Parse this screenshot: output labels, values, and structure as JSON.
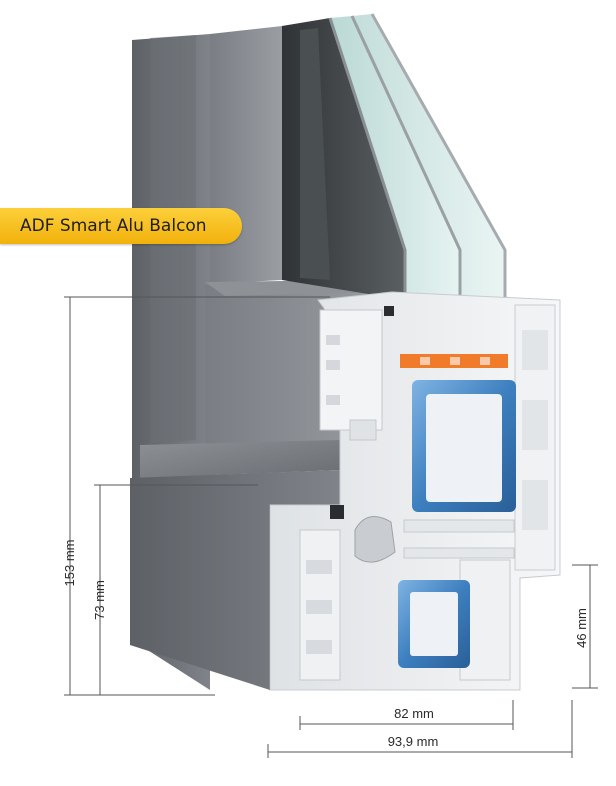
{
  "product": {
    "name": "ADF Smart Alu Balcon"
  },
  "dimensions": {
    "total_height": "153 mm",
    "sash_height": "73 mm",
    "frame_depth_small": "46 mm",
    "sash_width": "82 mm",
    "total_width": "93,9 mm"
  },
  "colors": {
    "badge": "#f6bd1e",
    "aluminium": "#6f7378",
    "pvc": "#eef0f2",
    "steel_reinforcement": "#3d7fbf",
    "glass": "#cfe6e3",
    "spacer": "#f07b2a"
  }
}
